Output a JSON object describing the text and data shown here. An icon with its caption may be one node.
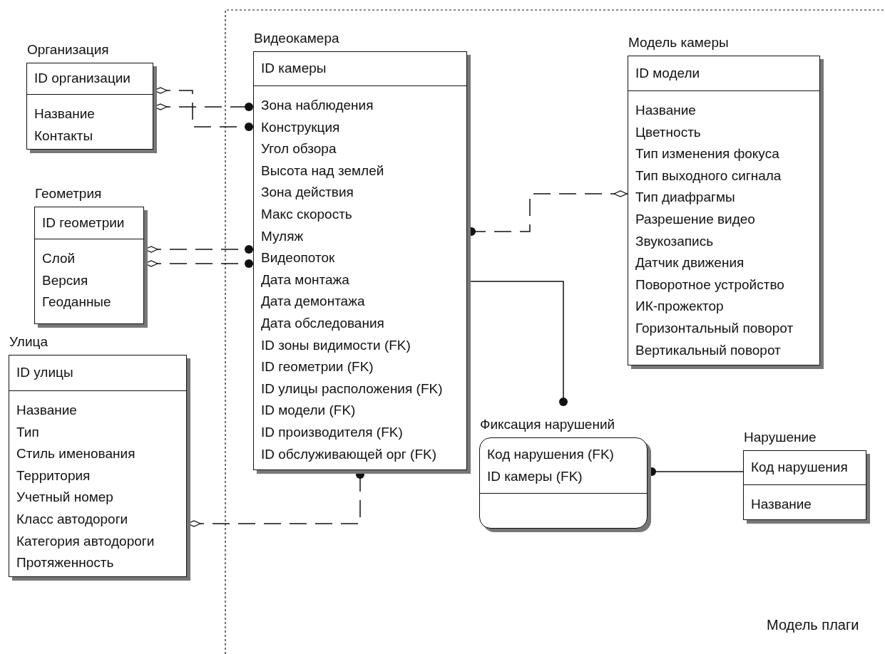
{
  "diagram": {
    "nodes": [
      {
        "text": [
          "Организация",
          "ID организации",
          "Название",
          "Контакты"
        ]
      },
      {
        "text": [
          "Видеокамера",
          "ID камеры",
          "Зона наблюдения",
          "Конструкция",
          "Угол обзора",
          "Высота над землей",
          "Зона действия",
          "Макс скорость",
          "Муляж",
          "Видеопоток",
          "Дата монтажа",
          "Дата демонтажа",
          "Дата обследования",
          "ID зоны видимости (FK)",
          "ID геометрии (FK)",
          "ID улицы расположения (FK)",
          "ID модели (FK)",
          "ID производителя (FK)",
          "ID обслуживающей орг (FK)"
        ]
      },
      {
        "text": [
          "Модель камеры",
          "ID модели",
          "Название",
          "Цветность",
          "Тип изменения фокуса",
          "Тип выходного сигнала",
          "Тип диафрагмы",
          "Разрешение видео",
          "Звукозапись",
          "Датчик движения",
          "Поворотное устройство",
          "ИК-прожектор",
          "Горизонтальный поворот",
          "Вертикальный поворот"
        ]
      },
      {
        "text": [
          "Геометрия",
          "ID геометрии",
          "Слой",
          "Версия",
          "Геоданные"
        ]
      },
      {
        "text": [
          "Улица",
          "ID улицы",
          "Название",
          "Тип",
          "Стиль именования",
          "Территория",
          "Учетный номер",
          "Класс автодороги",
          "Категория автодороги",
          "Протяженность"
        ]
      },
      {
        "text": [
          "Фиксация нарушений",
          "Код нарушения (FK)",
          "ID камеры (FK)"
        ]
      },
      {
        "text": [
          "Нарушение",
          "Код нарушения",
          "Название"
        ]
      }
    ],
    "edges": [
      {
        "from": 0,
        "to": 1,
        "arrow": "other",
        "style": "dashed"
      },
      {
        "from": 0,
        "to": 1,
        "arrow": "other",
        "style": "dashed"
      },
      {
        "from": 3,
        "to": 1,
        "arrow": "other",
        "style": "dashed"
      },
      {
        "from": 3,
        "to": 1,
        "arrow": "other",
        "style": "dashed"
      },
      {
        "from": 2,
        "to": 1,
        "arrow": "other",
        "style": "dashed"
      },
      {
        "from": 4,
        "to": 1,
        "arrow": "other",
        "style": "dashed"
      },
      {
        "from": 1,
        "to": 5,
        "arrow": "other"
      },
      {
        "from": 6,
        "to": 5,
        "arrow": "other"
      }
    ],
    "labels": [
      "Модель плаги"
    ]
  }
}
